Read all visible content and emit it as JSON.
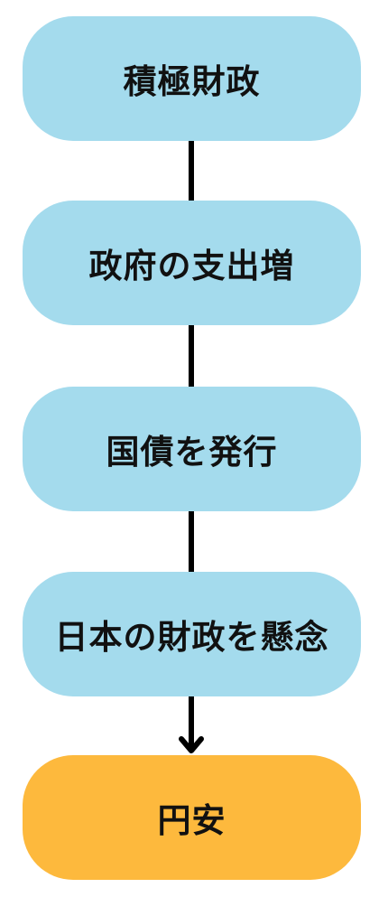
{
  "colors": {
    "step_fill": "#a4dbed",
    "result_fill": "#fdb93d",
    "connector": "#000000",
    "text": "#111111"
  },
  "flow": {
    "steps": [
      {
        "label": "積極財政"
      },
      {
        "label": "政府の支出増"
      },
      {
        "label": "国債を発行"
      },
      {
        "label": "日本の財政を懸念"
      }
    ],
    "result": {
      "label": "円安"
    }
  }
}
